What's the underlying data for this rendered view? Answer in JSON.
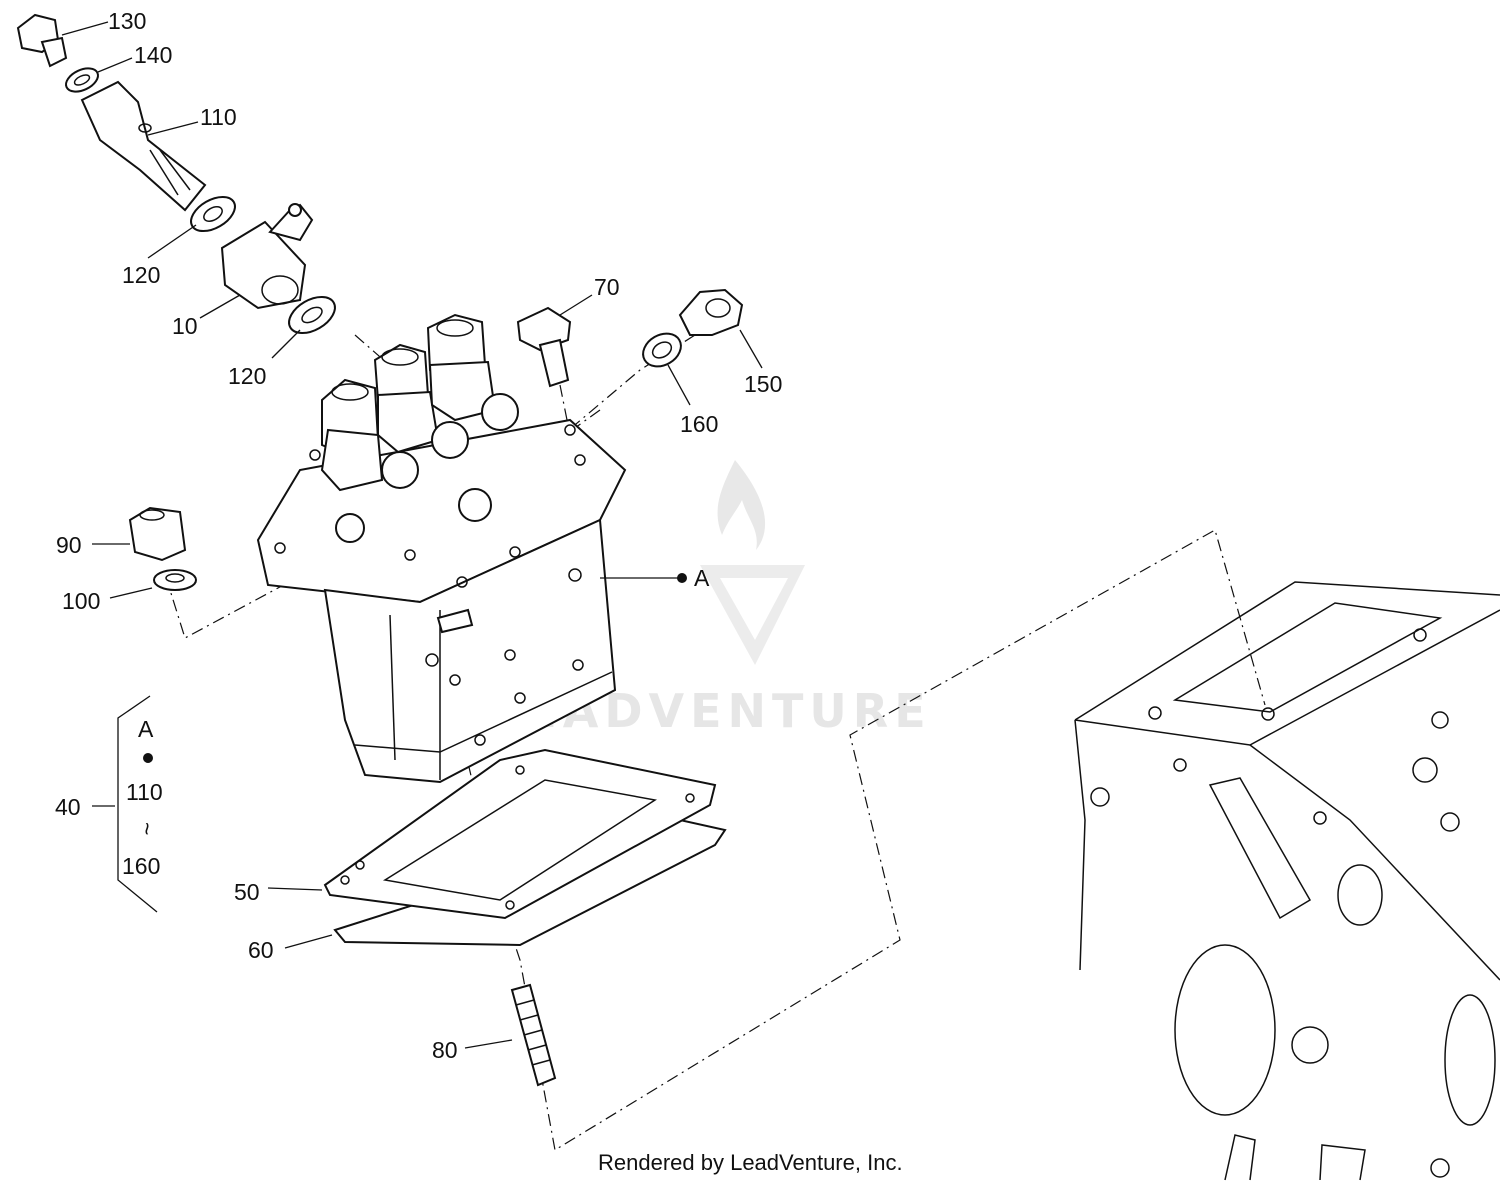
{
  "labels": {
    "p130": "130",
    "p140": "140",
    "p110": "110",
    "p120a": "120",
    "p10": "10",
    "p120b": "120",
    "p70": "70",
    "p150": "150",
    "p160": "160",
    "p90": "90",
    "p100": "100",
    "refA": "A",
    "p50": "50",
    "p60": "60",
    "p80": "80",
    "p40": "40"
  },
  "assembly_note": {
    "ref": "A",
    "from": "110",
    "tilde": "~",
    "to": "160"
  },
  "watermark": "LEADVENTURE",
  "footer": "Rendered by LeadVenture, Inc."
}
